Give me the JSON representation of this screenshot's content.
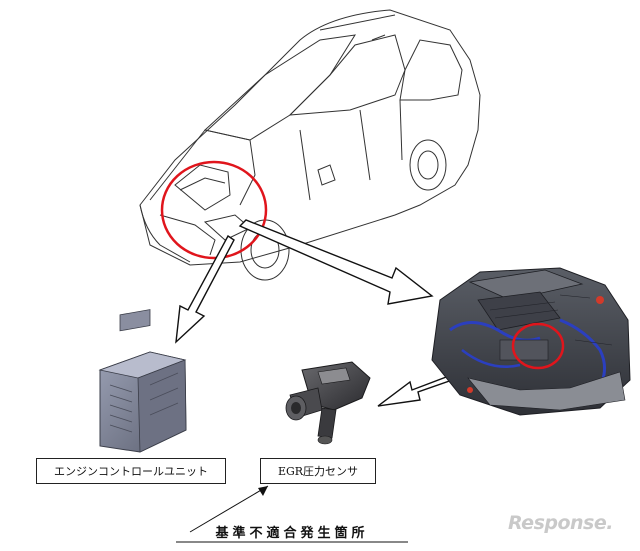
{
  "labels": {
    "ecu": "エンジンコントロールユニット",
    "egr_sensor": "EGR圧力センサ"
  },
  "caption": "基準不適合発生箇所",
  "watermark": "Response.",
  "colors": {
    "highlight_circle": "#e0151c",
    "line_art": "#333333",
    "engine_blue": "#2b3fbf",
    "part_gray": "#7a7a82"
  },
  "icons": {
    "car": "car-line-drawing",
    "engine": "engine-bay-render",
    "ecu": "ecu-module-render",
    "sensor": "pressure-sensor-render"
  }
}
